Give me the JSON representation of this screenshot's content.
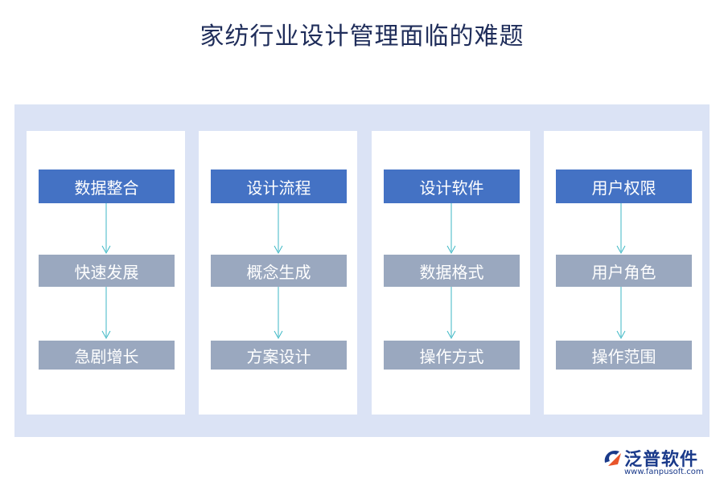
{
  "title": "家纺行业设计管理面临的难题",
  "columns": [
    {
      "head": "数据整合",
      "mid": "快速发展",
      "bot": "急剧增长"
    },
    {
      "head": "设计流程",
      "mid": "概念生成",
      "bot": "方案设计"
    },
    {
      "head": "设计软件",
      "mid": "数据格式",
      "bot": "操作方式"
    },
    {
      "head": "用户权限",
      "mid": "用户角色",
      "bot": "操作范围"
    }
  ],
  "logo": {
    "name": "泛普软件",
    "url": "www.fanpusoft.com",
    "icon": "fanpu-logo-icon"
  },
  "colors": {
    "head": "#4472c4",
    "sub": "#9aa8bf",
    "panel": "#dbe3f5",
    "arrow": "#3cb7c4"
  }
}
